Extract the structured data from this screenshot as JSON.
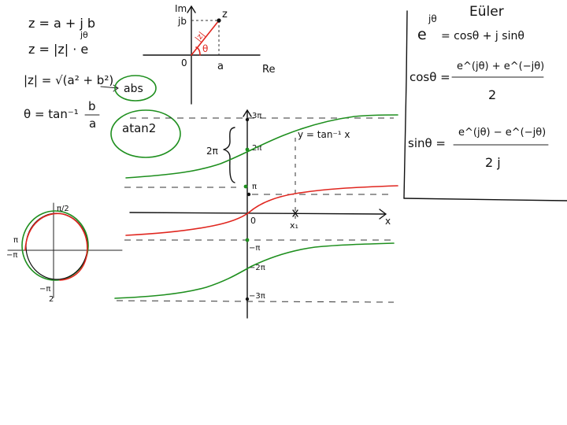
{
  "notes": {
    "z_rect": "z = a + j b",
    "z_polar_base": "z = |z| · e",
    "z_polar_exp": "jθ",
    "abs_formula": "|z| = √(a² + b²)",
    "abs_label": "abs",
    "theta_lhs": "θ = tan⁻¹",
    "theta_num": "b",
    "theta_den": "a",
    "atan2_label": "atan2"
  },
  "complex_plane": {
    "y_axis_label": "Im",
    "x_axis_label": "Re",
    "origin_label": "0",
    "jb_label": "jb",
    "a_label": "a",
    "point_label": "z",
    "magnitude_label": "|z|",
    "angle_label": "θ"
  },
  "euler": {
    "title": "Eüler",
    "identity_lhs": "e",
    "identity_exp": "jθ",
    "identity_rhs": "= cosθ + j sinθ",
    "cos_lhs": "cosθ =",
    "cos_num": "e^(jθ) + e^(−jθ)",
    "cos_den": "2",
    "sin_lhs": "sinθ =",
    "sin_num": "e^(jθ) − e^(−jθ)",
    "sin_den": "2 j"
  },
  "circle": {
    "top_label": "π/2",
    "left_label": "π",
    "left_label2": "−π",
    "bottom_label_num": "−π",
    "bottom_label_den": "2"
  },
  "graph": {
    "tick_3pi": "3π",
    "tick_2pi": "2π",
    "tick_pi": "π",
    "tick_0": "0",
    "tick_neg_pi": "−π",
    "tick_neg_2pi": "−2π",
    "tick_neg_3pi": "−3π",
    "brace_label": "2π",
    "curve_label": "y = tan⁻¹ x",
    "x_tick_label": "x₁",
    "x_axis_label": "x"
  },
  "colors": {
    "ink": "#111111",
    "red": "#e0261f",
    "green": "#1e8f1e"
  }
}
